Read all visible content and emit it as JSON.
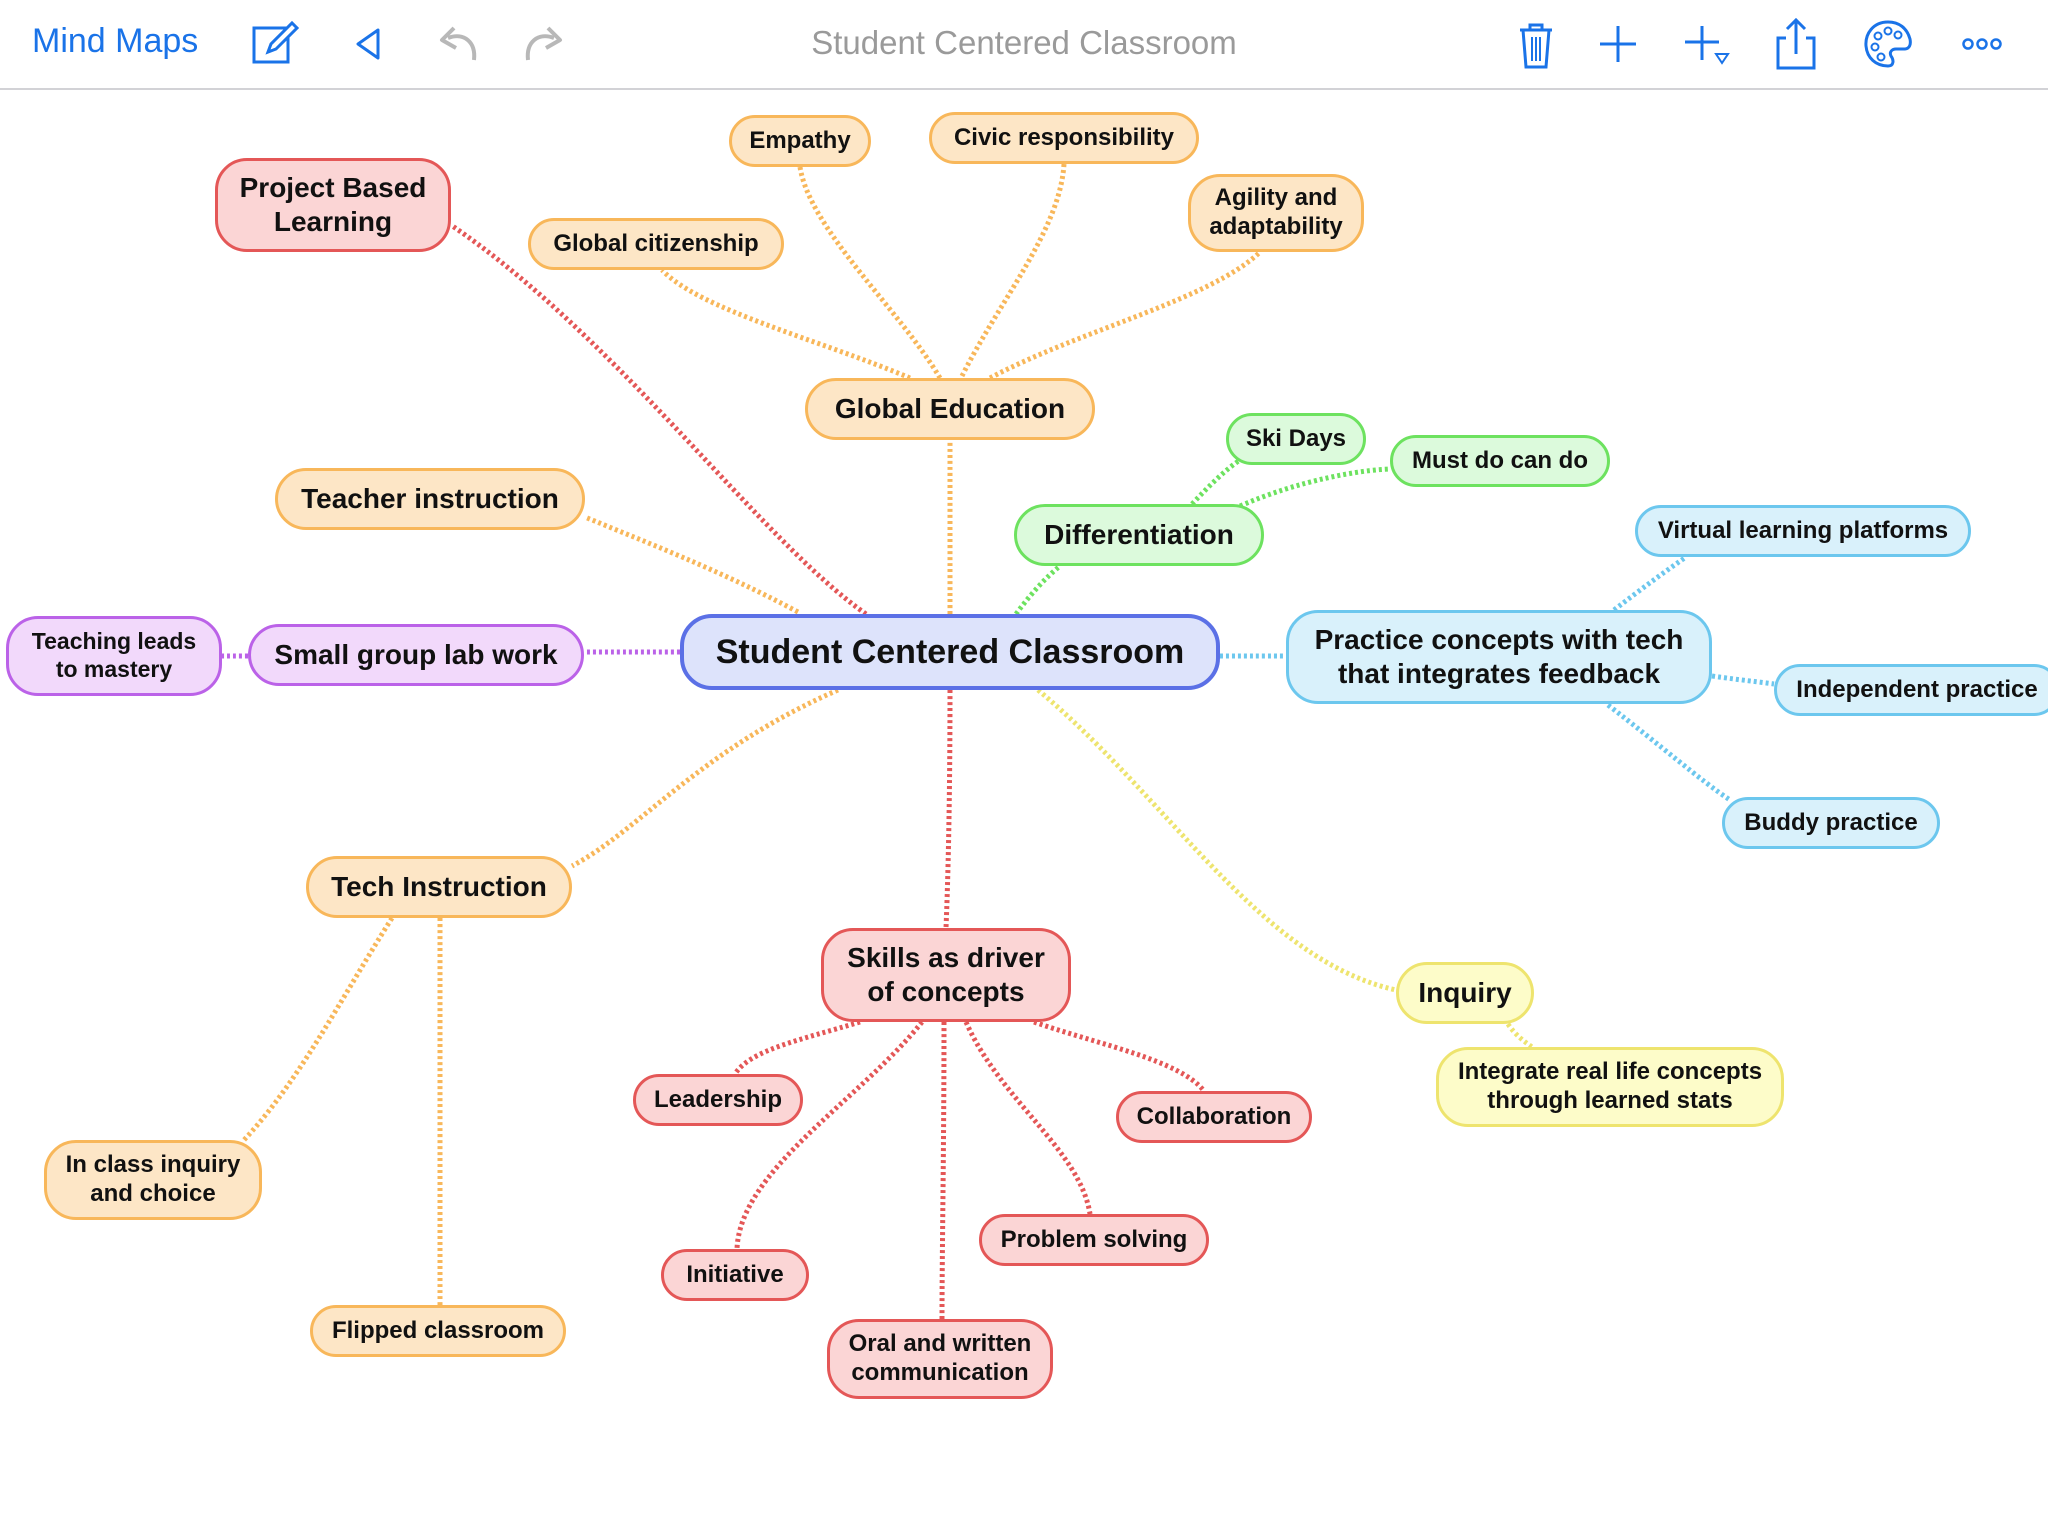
{
  "toolbar": {
    "app_title": "Mind Maps",
    "document_title": "Student Centered Classroom",
    "icons": [
      "edit-icon",
      "back-triangle-icon",
      "undo-icon",
      "redo-icon",
      "trash-icon",
      "add-icon",
      "add-child-icon",
      "share-icon",
      "palette-icon",
      "more-icon"
    ],
    "accent_color": "#1a73e8",
    "disabled_color": "#b8b8b8"
  },
  "colors": {
    "root": "#5b70e6",
    "orange": "#f8b75a",
    "red": "#e45757",
    "green": "#6de25f",
    "blue": "#6cc7ee",
    "purple": "#bb62e8",
    "yellow": "#eee46e"
  },
  "mindmap": {
    "root": "Student Centered Classroom",
    "nodes": [
      {
        "id": "root",
        "label": "Student Centered Classroom",
        "color": "root",
        "parent": null
      },
      {
        "id": "global-education",
        "label": "Global Education",
        "color": "orange",
        "parent": "root"
      },
      {
        "id": "empathy",
        "label": "Empathy",
        "color": "orange",
        "parent": "global-education"
      },
      {
        "id": "civic-responsibility",
        "label": "Civic responsibility",
        "color": "orange",
        "parent": "global-education"
      },
      {
        "id": "global-citizenship",
        "label": "Global citizenship",
        "color": "orange",
        "parent": "global-education"
      },
      {
        "id": "agility",
        "label": "Agility and\nadaptability",
        "color": "orange",
        "parent": "global-education"
      },
      {
        "id": "project-based-learning",
        "label": "Project Based\nLearning",
        "color": "red",
        "parent": "root"
      },
      {
        "id": "teacher-instruction",
        "label": "Teacher instruction",
        "color": "orange",
        "parent": "root"
      },
      {
        "id": "small-group",
        "label": "Small group lab work",
        "color": "purple",
        "parent": "root"
      },
      {
        "id": "teaching-leads",
        "label": "Teaching leads\nto mastery",
        "color": "purple",
        "parent": "small-group"
      },
      {
        "id": "differentiation",
        "label": "Differentiation",
        "color": "green",
        "parent": "root"
      },
      {
        "id": "ski-days",
        "label": "Ski Days",
        "color": "green",
        "parent": "differentiation"
      },
      {
        "id": "must-do",
        "label": "Must do can do",
        "color": "green",
        "parent": "differentiation"
      },
      {
        "id": "practice-concepts",
        "label": "Practice concepts with tech\nthat integrates feedback",
        "color": "blue",
        "parent": "root"
      },
      {
        "id": "virtual-learning",
        "label": "Virtual learning platforms",
        "color": "blue",
        "parent": "practice-concepts"
      },
      {
        "id": "independent-practice",
        "label": "Independent practice",
        "color": "blue",
        "parent": "practice-concepts"
      },
      {
        "id": "buddy-practice",
        "label": "Buddy practice",
        "color": "blue",
        "parent": "practice-concepts"
      },
      {
        "id": "tech-instruction",
        "label": "Tech Instruction",
        "color": "orange",
        "parent": "root"
      },
      {
        "id": "in-class-inquiry",
        "label": "In class inquiry\nand choice",
        "color": "orange",
        "parent": "tech-instruction"
      },
      {
        "id": "flipped-classroom",
        "label": "Flipped classroom",
        "color": "orange",
        "parent": "tech-instruction"
      },
      {
        "id": "skills-driver",
        "label": "Skills as driver\nof concepts",
        "color": "red",
        "parent": "root"
      },
      {
        "id": "leadership",
        "label": "Leadership",
        "color": "red",
        "parent": "skills-driver"
      },
      {
        "id": "collaboration",
        "label": "Collaboration",
        "color": "red",
        "parent": "skills-driver"
      },
      {
        "id": "initiative",
        "label": "Initiative",
        "color": "red",
        "parent": "skills-driver"
      },
      {
        "id": "problem-solving",
        "label": "Problem solving",
        "color": "red",
        "parent": "skills-driver"
      },
      {
        "id": "oral-written",
        "label": "Oral and written\ncommunication",
        "color": "red",
        "parent": "skills-driver"
      },
      {
        "id": "inquiry",
        "label": "Inquiry",
        "color": "yellow",
        "parent": "root"
      },
      {
        "id": "integrate-real-life",
        "label": "Integrate real life concepts\nthrough learned stats",
        "color": "yellow",
        "parent": "inquiry"
      }
    ]
  }
}
